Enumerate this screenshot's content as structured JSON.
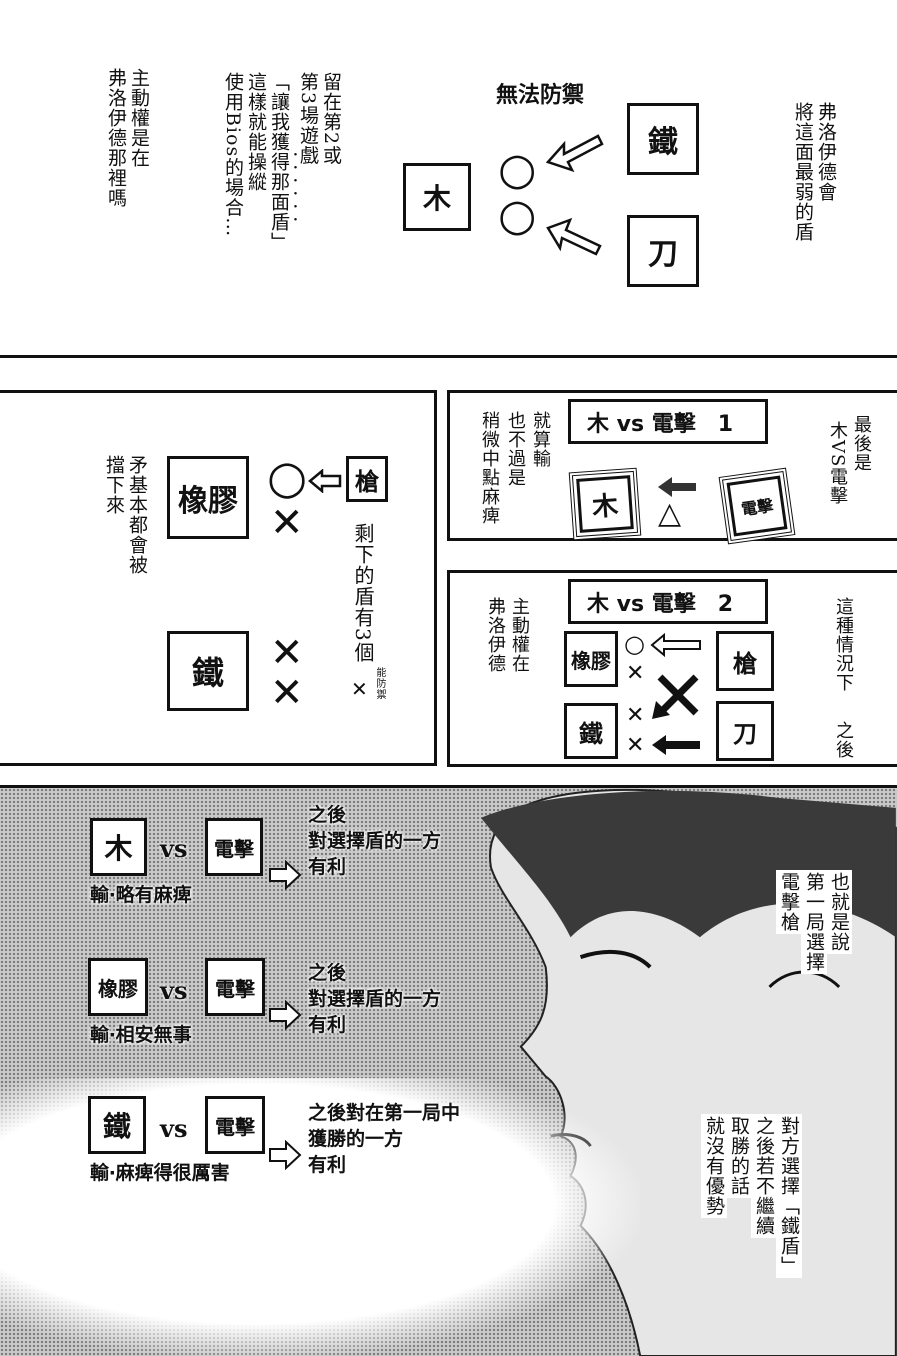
{
  "top": {
    "left_caption": [
      "主動權是在",
      "弗洛伊德那裡嗎"
    ],
    "mid_caption": [
      "留在第2或",
      "第3場遊戲",
      "「讓我獲得那面盾」",
      "這樣就能操縱",
      "使用Bios的場合…"
    ],
    "emphasis_dots": "・・・・・・",
    "heading": "無法防禦",
    "shield_wood": "木",
    "spear_iron": "鐵",
    "spear_blade": "刀",
    "circle_mark": "○",
    "right_caption": [
      "弗洛伊德會",
      "將這面最弱的盾"
    ]
  },
  "left_panel": {
    "caption": [
      "矛基本都會被",
      "擋下來"
    ],
    "spear": "槍",
    "shield_rubber": "橡膠",
    "shield_iron": "鐵",
    "circle_mark": "○",
    "cross_mark": "✕",
    "remaining_caption": "剩下的盾有3個",
    "cross_note_mark": "✕",
    "cross_note": "能防禦"
  },
  "right_panel_1": {
    "title": "木 vs 電擊　1",
    "left_caption": [
      "就算輸",
      "也不過是",
      "稍微中點麻痺"
    ],
    "right_caption": [
      "最後是",
      "木VS電擊"
    ],
    "shield": "木",
    "spear": "電擊",
    "triangle_mark": "△"
  },
  "right_panel_2": {
    "title": "木 vs 電擊　2",
    "left_caption": [
      "主動權在",
      "弗洛伊德"
    ],
    "right_caption": [
      "這種情況下",
      "之後"
    ],
    "shield_rubber": "橡膠",
    "shield_iron": "鐵",
    "spear": "槍",
    "blade": "刀",
    "circle_mark": "○",
    "cross_mark": "✕"
  },
  "bottom": {
    "rows": [
      {
        "shield": "木",
        "vs": "vs",
        "spear": "電擊",
        "loss": "輸‧略有麻痺",
        "result": [
          "之後",
          "對選擇盾的一方",
          "有利"
        ]
      },
      {
        "shield": "橡膠",
        "vs": "vs",
        "spear": "電擊",
        "loss": "輸‧相安無事",
        "result": [
          "之後",
          "對選擇盾的一方",
          "有利"
        ]
      },
      {
        "shield": "鐵",
        "vs": "vs",
        "spear": "電擊",
        "loss": "輸‧麻痺得很厲害",
        "result": [
          "之後對在第一局中",
          "獲勝的一方",
          "有利"
        ]
      }
    ],
    "caption_top": [
      "也就是說",
      "第一局選擇",
      "電擊槍"
    ],
    "caption_bottom": [
      "對方選擇「鐵盾」",
      "之後若不繼續",
      "取勝的話",
      "就沒有優勢"
    ]
  }
}
